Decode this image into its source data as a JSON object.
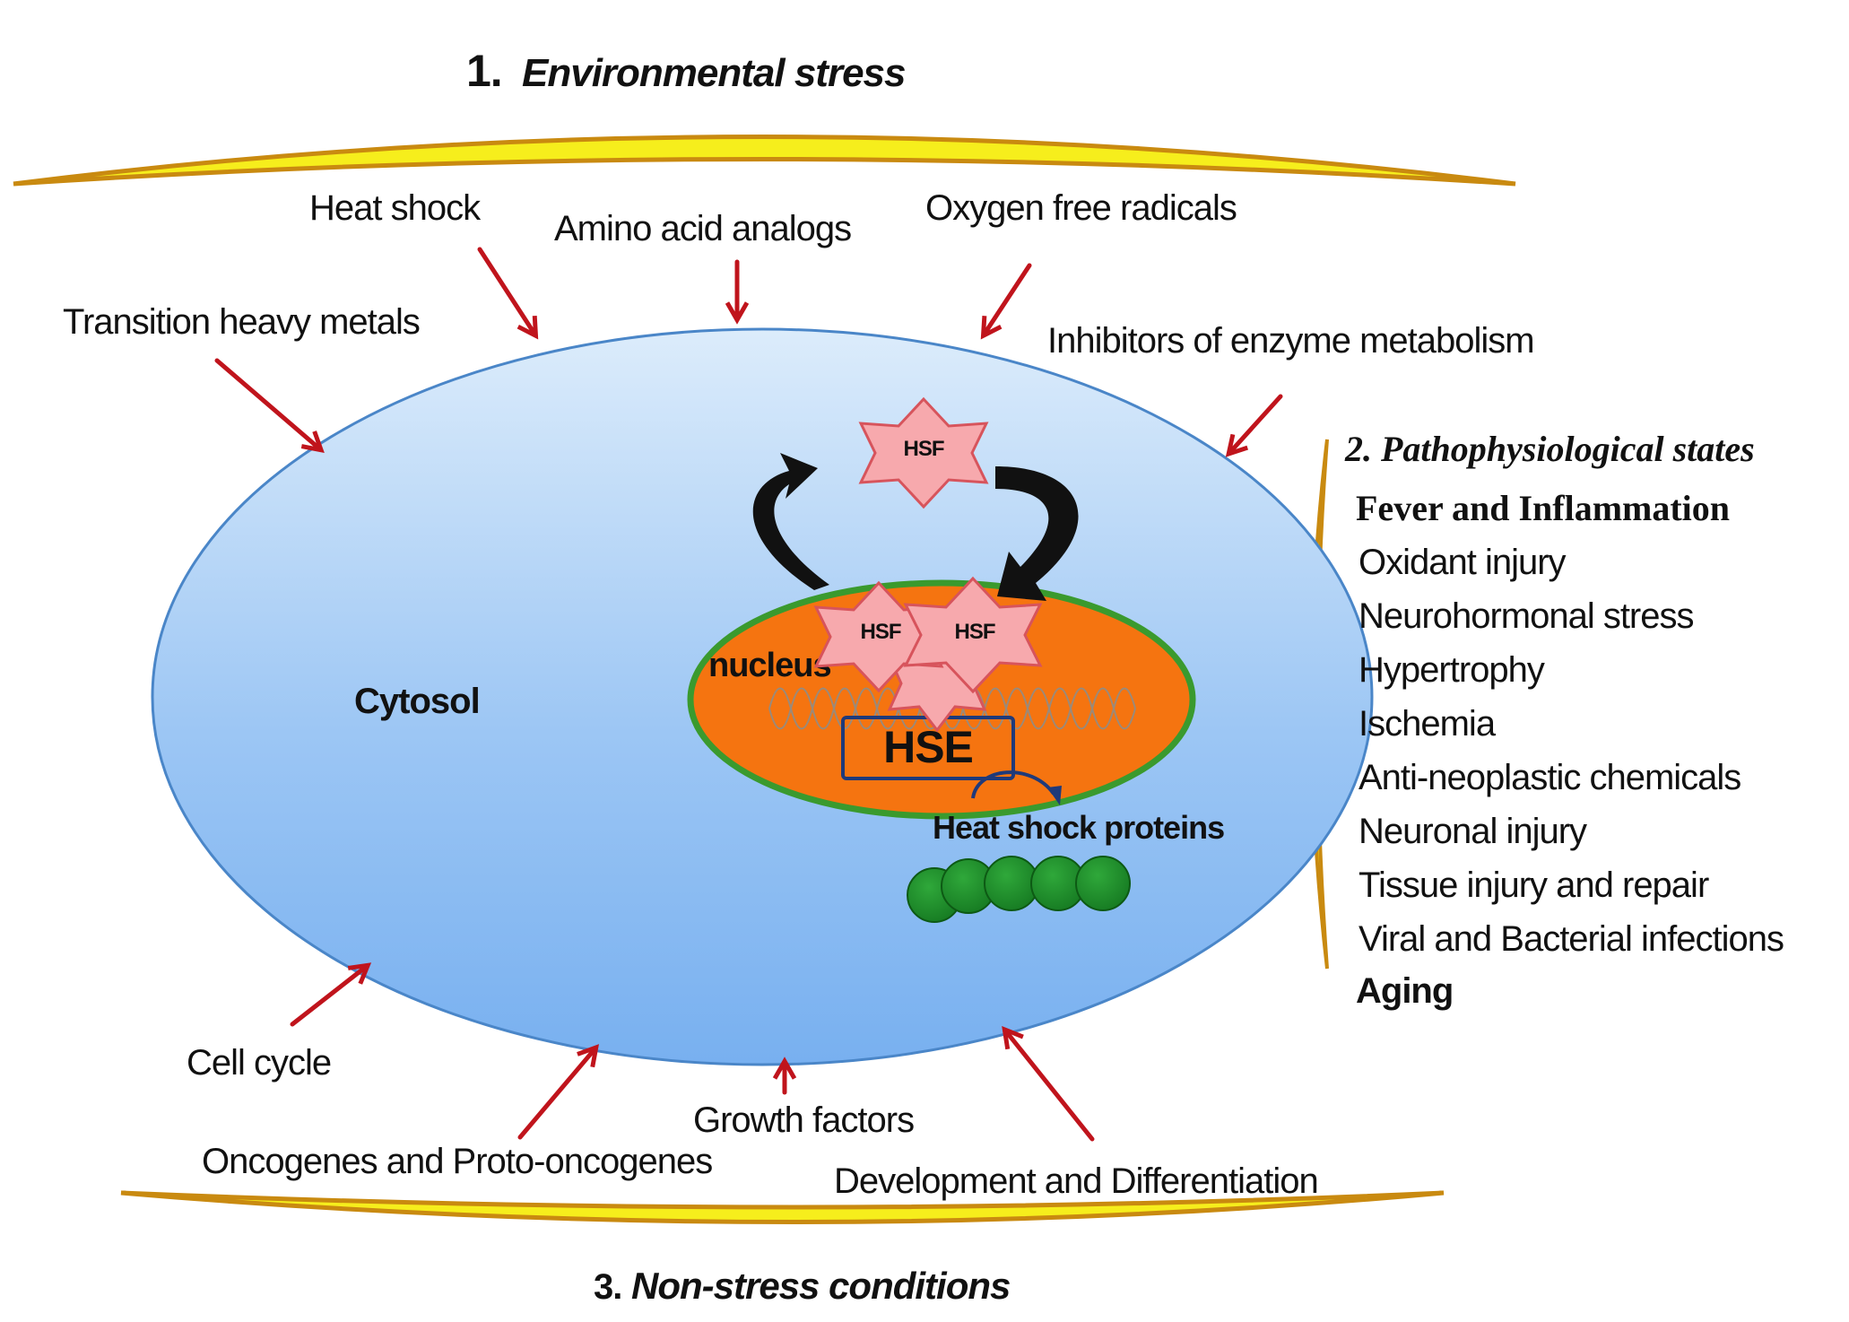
{
  "environmental_stress": {
    "number": "1.",
    "title": "Environmental stress",
    "items": [
      "Heat shock",
      "Amino acid analogs",
      "Oxygen free radicals",
      "Transition heavy metals",
      "Inhibitors of enzyme metabolism"
    ]
  },
  "pathophysiological_states": {
    "title": "2. Pathophysiological states",
    "items": [
      "Fever and Inflammation",
      "Oxidant injury",
      "Neurohormonal stress",
      "Hypertrophy",
      "Ischemia",
      "Anti-neoplastic chemicals",
      "Neuronal injury",
      "Tissue injury and repair",
      "Viral and Bacterial infections",
      "Aging"
    ]
  },
  "non_stress_conditions": {
    "number": "3.",
    "title": "Non-stress conditions",
    "items": [
      "Cell cycle",
      "Oncogenes and Proto-oncogenes",
      "Growth factors",
      "Development and Differentiation"
    ]
  },
  "cell": {
    "cytosol": "Cytosol",
    "nucleus": "nucleus",
    "hsf": "HSF",
    "hse": "HSE",
    "heat_shock_proteins": "Heat shock proteins"
  },
  "colors": {
    "band_fill": "#f6ee1c",
    "band_edge": "#c98a10",
    "cell_light": "#dcecfb",
    "cell_dark": "#78b0f0",
    "cell_border": "#4a86c8",
    "nucleus_fill": "#f57410",
    "nucleus_border": "#3a9a2e",
    "hsf_fill": "#f7a9ad",
    "hsf_border": "#d7545c",
    "protein_fill": "#1e8a2a",
    "arrow_red": "#c0141c"
  }
}
